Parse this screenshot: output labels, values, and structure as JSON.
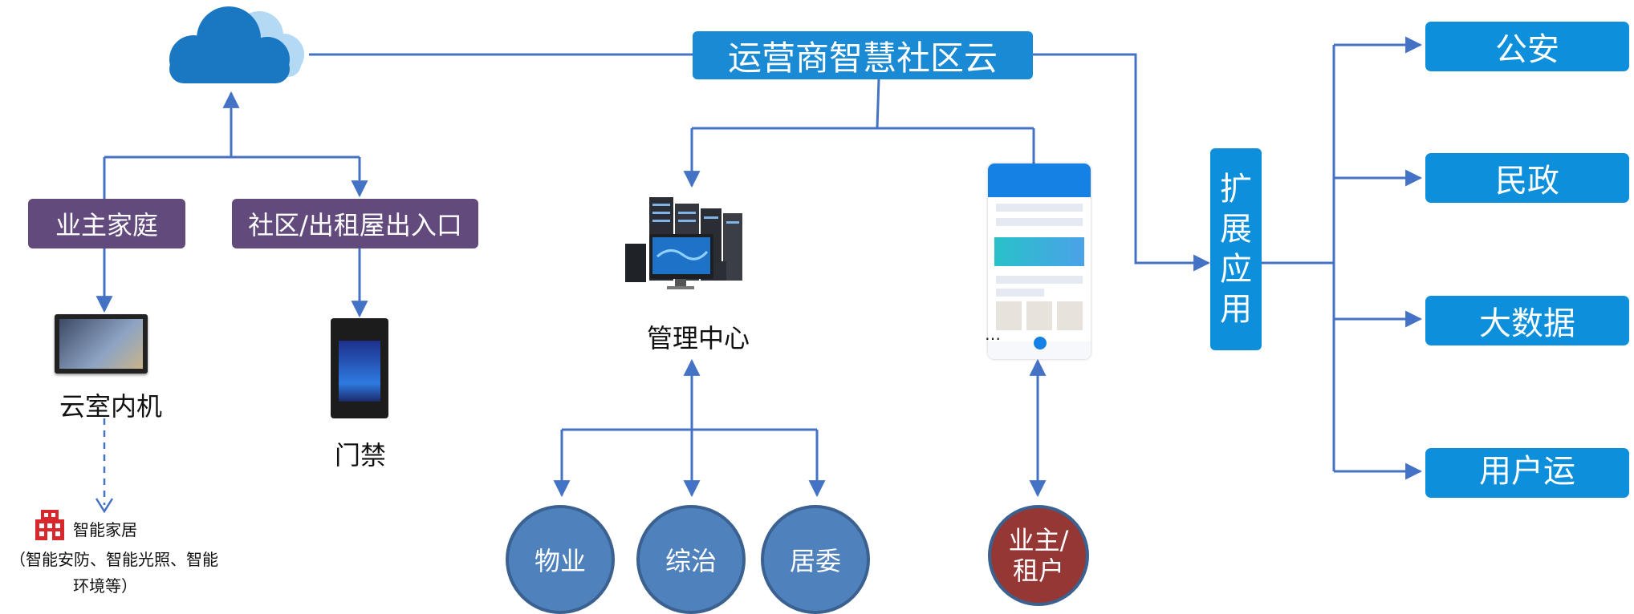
{
  "top": {
    "title": "运营商智慧社区云"
  },
  "left": {
    "owner_family": "业主家庭",
    "entrance": "社区/出租屋出入口",
    "indoor_unit": "云室内机",
    "door_access": "门禁",
    "smart_home_title": "智能家居",
    "smart_home_desc": "（智能安防、智能光照、智能",
    "smart_home_desc2": "环境等）"
  },
  "center": {
    "management_center": "管理中心",
    "circles": [
      "物业",
      "综治",
      "居委"
    ]
  },
  "app": {
    "partial_label": "…",
    "owner_tenant": [
      "业主/",
      "租户"
    ]
  },
  "expand": {
    "chars": [
      "扩",
      "展",
      "应",
      "用"
    ]
  },
  "right": {
    "items": [
      "公安",
      "民政",
      "大数据",
      "用户运"
    ]
  },
  "colors": {
    "primary_blue": "#1a8ad4",
    "purple": "#624a7c",
    "circle_blue": "#4f81bd",
    "circle_red": "#953735",
    "line_blue": "#4472c4"
  },
  "icons": [
    "cloud-icon",
    "server-rack-icon",
    "building-icon",
    "smartphone-icon"
  ]
}
